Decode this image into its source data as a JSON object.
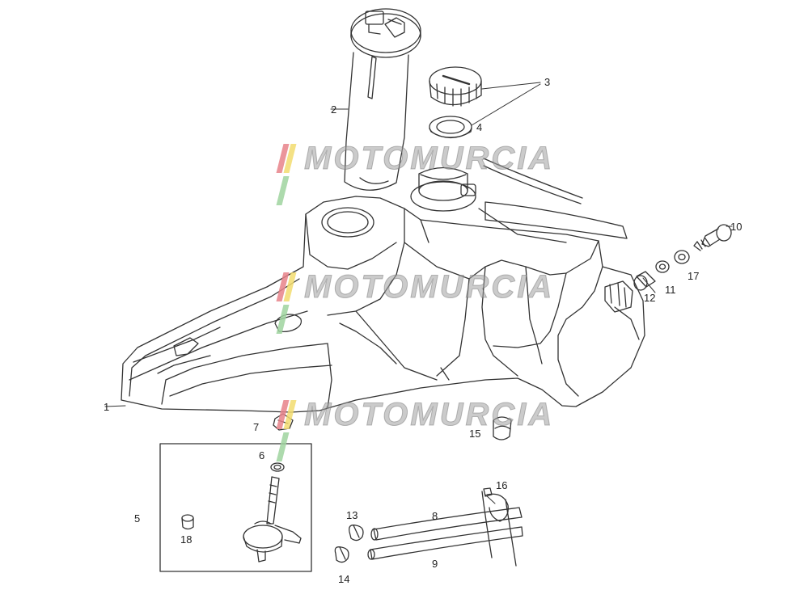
{
  "watermark": {
    "text": "MOTOMURCIA",
    "stripe_colors": [
      "#e8838a",
      "#f2dc6e",
      "#9fd49f"
    ]
  },
  "line_color": "#333333",
  "callouts": [
    {
      "id": "1",
      "label": "1"
    },
    {
      "id": "2",
      "label": "2"
    },
    {
      "id": "3",
      "label": "3"
    },
    {
      "id": "4",
      "label": "4"
    },
    {
      "id": "5",
      "label": "5"
    },
    {
      "id": "6",
      "label": "6"
    },
    {
      "id": "7",
      "label": "7"
    },
    {
      "id": "8",
      "label": "8"
    },
    {
      "id": "9",
      "label": "9"
    },
    {
      "id": "10",
      "label": "10"
    },
    {
      "id": "11",
      "label": "11"
    },
    {
      "id": "12",
      "label": "12"
    },
    {
      "id": "13",
      "label": "13"
    },
    {
      "id": "14",
      "label": "14"
    },
    {
      "id": "15",
      "label": "15"
    },
    {
      "id": "16",
      "label": "16"
    },
    {
      "id": "17",
      "label": "17"
    },
    {
      "id": "18",
      "label": "18"
    }
  ]
}
